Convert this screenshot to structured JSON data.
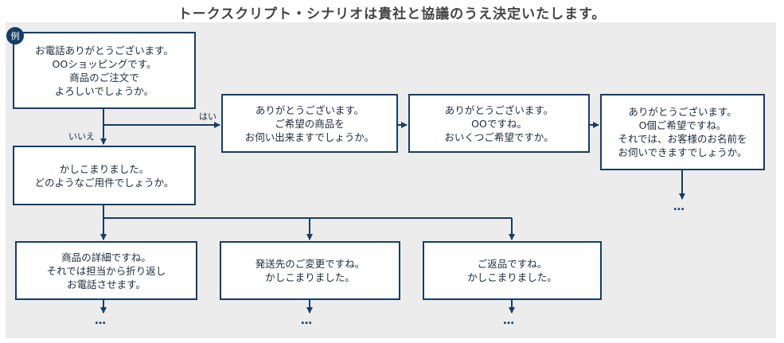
{
  "title": "トークスクリプト・シナリオは貴社と協議のうえ決定いたします。",
  "badge": "例",
  "nodes": {
    "greeting": "お電話ありがとうございます。\nOOショッピングです。\n商品のご注文で\nよろしいでしょうか。",
    "product_request": "ありがとうございます。\nご希望の商品を\nお伺い出来ますでしょうか。",
    "quantity": "ありがとうございます。\nOOですね。\nおいくつご希望ですか。",
    "name_request": "ありがとうございます。\nO個ご希望ですね。\nそれでは、お客様のお名前を\nお伺いできますでしょうか。",
    "other_inquiry": "かしこまりました。\nどのようなご用件でしょうか。",
    "product_details": "商品の詳細ですね。\nそれでは担当から折り返し\nお電話させます。",
    "address_change": "発送先のご変更ですね。\nかしこまりました。",
    "return": "ご返品ですね。\nかしこまりました。"
  },
  "edge_labels": {
    "yes": "はい",
    "no": "いいえ"
  },
  "continuation": "…",
  "colors": {
    "accent": "#173d63",
    "panel": "#ececec",
    "box_bg": "#ffffff"
  }
}
